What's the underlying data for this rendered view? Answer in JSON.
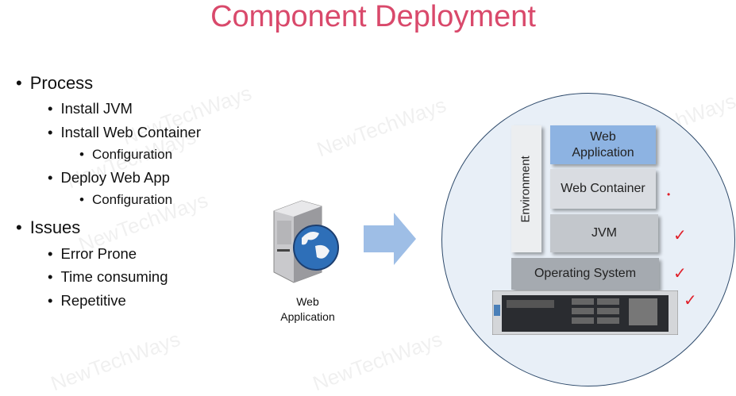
{
  "title": "Component Deployment",
  "bullets": {
    "process": "Process",
    "install_jvm": "Install JVM",
    "install_web_container": "Install Web Container",
    "configuration_1": "Configuration",
    "deploy_web_app": "Deploy Web App",
    "configuration_2": "Configuration",
    "issues": "Issues",
    "error_prone": "Error Prone",
    "time_consuming": "Time consuming",
    "repetitive": "Repetitive"
  },
  "left_diagram": {
    "label": "Web Application",
    "icon": "web-server-globe-icon",
    "arrow": "right-arrow"
  },
  "stack": {
    "environment": "Environment",
    "web_application": "Web Application",
    "web_container": "Web Container",
    "jvm": "JVM",
    "operating_system": "Operating System",
    "hardware_icon": "rack-server",
    "check_mark": "✓"
  },
  "colors": {
    "title": "#d9496b",
    "web_app": "#8db3e2",
    "check": "#e0202a",
    "arrow": "#8db3e2"
  },
  "watermark": "NewTechWays"
}
